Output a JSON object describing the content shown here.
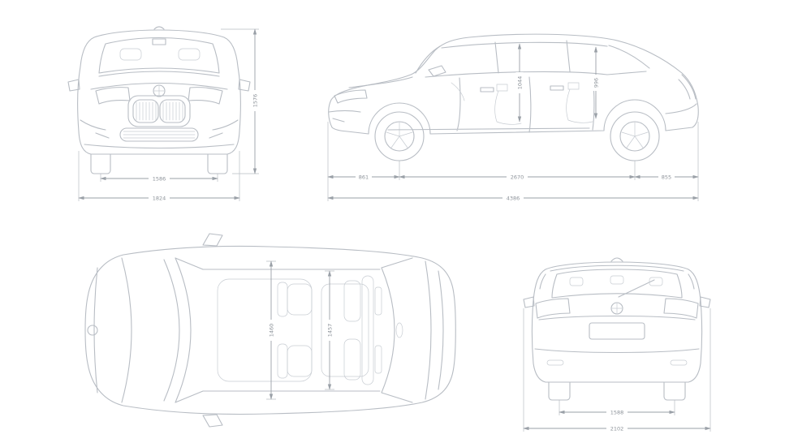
{
  "colors": {
    "background": "#ffffff",
    "car_line": "#b8bdc4",
    "dimension_line": "#9aa0a7",
    "dimension_text": "#8d939a"
  },
  "views": {
    "front": {
      "height": "1576",
      "track": "1586",
      "width": "1824"
    },
    "side": {
      "front_headroom": "1044",
      "rear_headroom": "996",
      "front_overhang": "861",
      "wheelbase": "2670",
      "rear_overhang": "855",
      "length": "4386"
    },
    "top": {
      "front_interior_width": "1460",
      "rear_interior_width": "1457"
    },
    "rear": {
      "track": "1588",
      "width": "2102"
    }
  }
}
